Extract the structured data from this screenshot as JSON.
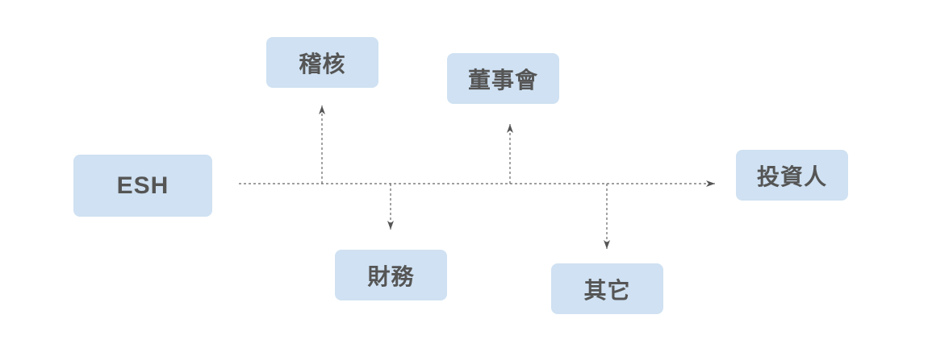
{
  "diagram": {
    "source": "ESH",
    "targets": {
      "audit": "稽核",
      "board": "董事會",
      "investors": "投資人",
      "finance": "財務",
      "other": "其它"
    },
    "colors": {
      "node_fill": "#cfe1f2",
      "node_text": "#555555",
      "connector": "#666666"
    }
  }
}
